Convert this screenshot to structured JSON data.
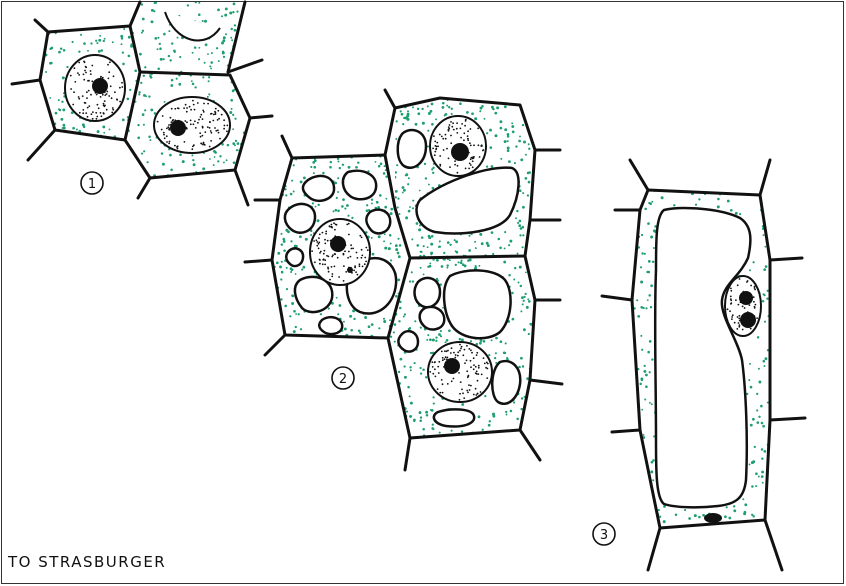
{
  "figure": {
    "panel_labels": [
      "1",
      "2",
      "3"
    ],
    "credit": "TO STRASBURGER"
  },
  "colors": {
    "cytoplasm": "#1f9e6f",
    "wall": "#111111",
    "nucleus": "#111111",
    "background": "#ffffff"
  }
}
